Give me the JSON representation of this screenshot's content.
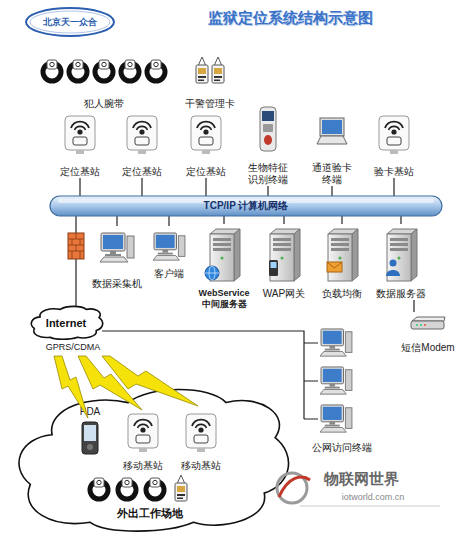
{
  "diagram": {
    "title": "监狱定位系统结构示意图",
    "nodes": [
      {
        "text": [
          "犯人腕带"
        ]
      },
      {
        "text": [
          "干警管理卡"
        ]
      },
      {
        "text": [
          "定位基站"
        ]
      },
      {
        "text": [
          "定位基站"
        ]
      },
      {
        "text": [
          "定位基站"
        ]
      },
      {
        "text": [
          "生物特征 识别终端"
        ]
      },
      {
        "text": [
          "通道验卡 终端"
        ]
      },
      {
        "text": [
          "验卡基站"
        ]
      },
      {
        "text": [
          "TCP/IP 计算机网络"
        ]
      },
      {
        "text": [
          "数据采集机"
        ]
      },
      {
        "text": [
          "客户端"
        ]
      },
      {
        "text": [
          "WebService 中间服务器"
        ]
      },
      {
        "text": [
          "WAP网关"
        ]
      },
      {
        "text": [
          "负载均衡"
        ]
      },
      {
        "text": [
          "数据服务器"
        ]
      },
      {
        "text": [
          "短信Modem"
        ]
      },
      {
        "text": [
          "Internet"
        ]
      },
      {
        "text": [
          "外出工作场地"
        ]
      },
      {
        "text": [
          "PDA"
        ],
        "in": 17
      },
      {
        "text": [
          "移动基站"
        ],
        "in": 17
      },
      {
        "text": [
          "移动基站"
        ],
        "in": 17
      },
      {
        "text": [
          "公网访问终端"
        ]
      }
    ],
    "edges": [
      {
        "from": 2,
        "to": 8,
        "arrow": "none"
      },
      {
        "from": 3,
        "to": 8,
        "arrow": "none"
      },
      {
        "from": 4,
        "to": 8,
        "arrow": "none"
      },
      {
        "from": 5,
        "to": 8,
        "arrow": "none"
      },
      {
        "from": 6,
        "to": 8,
        "arrow": "none"
      },
      {
        "from": 7,
        "to": 8,
        "arrow": "none"
      },
      {
        "from": 8,
        "to": 9,
        "arrow": "none"
      },
      {
        "from": 8,
        "to": 10,
        "arrow": "none"
      },
      {
        "from": 8,
        "to": 11,
        "arrow": "none"
      },
      {
        "from": 8,
        "to": 12,
        "arrow": "none"
      },
      {
        "from": 8,
        "to": 13,
        "arrow": "none"
      },
      {
        "from": 8,
        "to": 14,
        "arrow": "none"
      },
      {
        "from": 14,
        "to": 15,
        "arrow": "none"
      },
      {
        "from": 8,
        "to": 16,
        "arrow": "none"
      },
      {
        "from": 16,
        "to": 21,
        "arrow": "none"
      }
    ],
    "labels": [
      "北京天一众合",
      "GPRS/CDMA",
      "物联网世界",
      "iotworld.com.cn"
    ]
  }
}
